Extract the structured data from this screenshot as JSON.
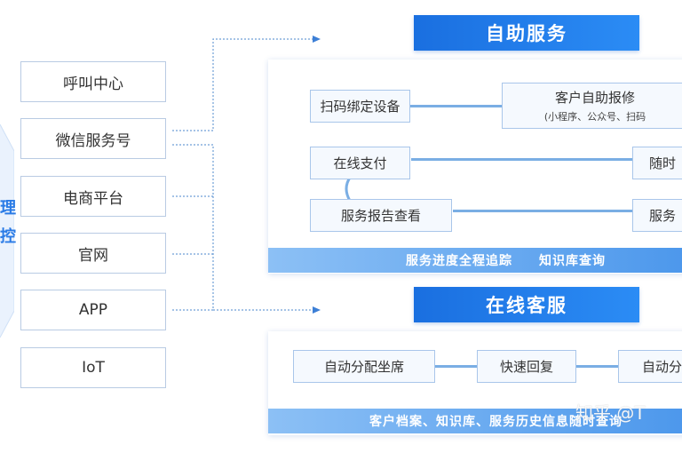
{
  "left_label": [
    "理",
    "控"
  ],
  "channels": [
    "呼叫中心",
    "微信服务号",
    "电商平台",
    "官网",
    "APP",
    "IoT"
  ],
  "self_service": {
    "title": "自助服务",
    "scan_bind": "扫码绑定设备",
    "repair_title": "客户自助报修",
    "repair_sub": "(小程序、公众号、扫码",
    "online_pay": "在线支付",
    "anytime": "随时",
    "report_view": "服务报告查看",
    "service": "服务",
    "footer": "服务进度全程追踪　　知识库查询"
  },
  "online_cs": {
    "title": "在线客服",
    "auto_assign": "自动分配坐席",
    "quick_reply": "快速回复",
    "auto_partial": "自动分",
    "footer": "客户档案、知识库、服务历史信息随时查询"
  },
  "watermark": "知乎 @T",
  "colors": {
    "title_blue": "#1a6fe0",
    "node_border": "#a9c6ea",
    "line_blue": "#7aaee4",
    "footer_light": "#8cc0f5",
    "footer_dark": "#4d98ec"
  }
}
